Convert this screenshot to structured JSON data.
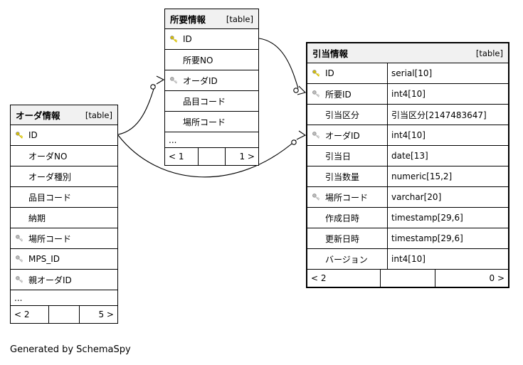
{
  "colors": {
    "pk-key": "#d8c000",
    "fk-key": "#bdbdbd",
    "header-bg": "#f1f1f1",
    "border": "#000000"
  },
  "footer_note": "Generated by SchemaSpy",
  "tables": {
    "order": {
      "title": "オーダ情報",
      "tag": "[table]",
      "rows": [
        {
          "name": "ID",
          "key": "pk"
        },
        {
          "name": "オーダNO",
          "key": ""
        },
        {
          "name": "オーダ種別",
          "key": ""
        },
        {
          "name": "品目コード",
          "key": ""
        },
        {
          "name": "納期",
          "key": ""
        },
        {
          "name": "場所コード",
          "key": "fk"
        },
        {
          "name": "MPS_ID",
          "key": "fk"
        },
        {
          "name": "親オーダID",
          "key": "fk"
        }
      ],
      "ellipsis": "...",
      "footer_left": "< 2",
      "footer_right": "5 >"
    },
    "requirement": {
      "title": "所要情報",
      "tag": "[table]",
      "rows": [
        {
          "name": "ID",
          "key": "pk"
        },
        {
          "name": "所要NO",
          "key": ""
        },
        {
          "name": "オーダID",
          "key": "fk"
        },
        {
          "name": "品目コード",
          "key": ""
        },
        {
          "name": "場所コード",
          "key": ""
        }
      ],
      "ellipsis": "...",
      "footer_left": "< 1",
      "footer_right": "1 >"
    },
    "allocation": {
      "title": "引当情報",
      "tag": "[table]",
      "rows": [
        {
          "name": "ID",
          "type": "serial[10]",
          "key": "pk"
        },
        {
          "name": "所要ID",
          "type": "int4[10]",
          "key": "fk"
        },
        {
          "name": "引当区分",
          "type": "引当区分[2147483647]",
          "key": ""
        },
        {
          "name": "オーダID",
          "type": "int4[10]",
          "key": "fk"
        },
        {
          "name": "引当日",
          "type": "date[13]",
          "key": ""
        },
        {
          "name": "引当数量",
          "type": "numeric[15,2]",
          "key": ""
        },
        {
          "name": "場所コード",
          "type": "varchar[20]",
          "key": "fk"
        },
        {
          "name": "作成日時",
          "type": "timestamp[29,6]",
          "key": ""
        },
        {
          "name": "更新日時",
          "type": "timestamp[29,6]",
          "key": ""
        },
        {
          "name": "バージョン",
          "type": "int4[10]",
          "key": ""
        }
      ],
      "footer_left": "< 2",
      "footer_right": "0 >"
    }
  }
}
